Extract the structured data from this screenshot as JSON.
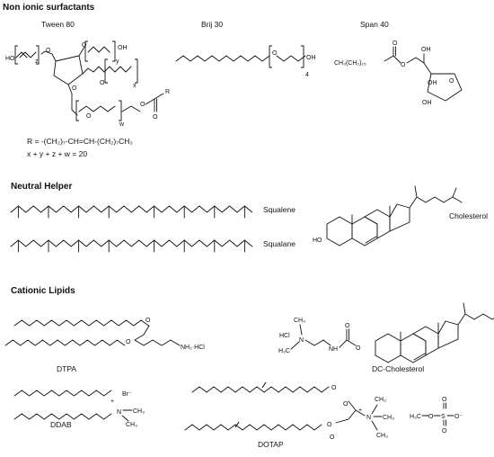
{
  "sections": {
    "nonionic": "Non ionic surfactants",
    "neutral": "Neutral Helper",
    "cationic": "Cationic Lipids"
  },
  "compounds": {
    "tween80": "Tween 80",
    "brij30": "Brij 30",
    "span40": "Span 40",
    "squalene": "Squalene",
    "squalane": "Squalane",
    "cholesterol": "Cholesterol",
    "dtpa": "DTPA",
    "dc_chol": "DC-Cholesterol",
    "ddab": "DDAB",
    "dotap": "DOTAP"
  },
  "tween": {
    "r_def": "R = -(CH₂)₇-CH=CH-(CH₂)₇CH₃",
    "sum_def": "x + y + z + w = 20",
    "idx_z": "z",
    "idx_y": "y",
    "idx_x": "x",
    "idx_w": "w",
    "r_atom": "R"
  },
  "atoms": {
    "ho": "HO",
    "oh": "OH",
    "o": "O",
    "n": "N",
    "nh2hcl": "NH₂·HCl",
    "hcl": "HCl",
    "nh": "NH",
    "h3c": "H₃C",
    "ch3": "CH₃",
    "br": "Br⁻",
    "plus": "+",
    "osmin": "O⁻",
    "s": "S",
    "h3co": "H₃C",
    "span_chain": "CH₃(CH₂)₁₅",
    "brij_n": "4"
  }
}
